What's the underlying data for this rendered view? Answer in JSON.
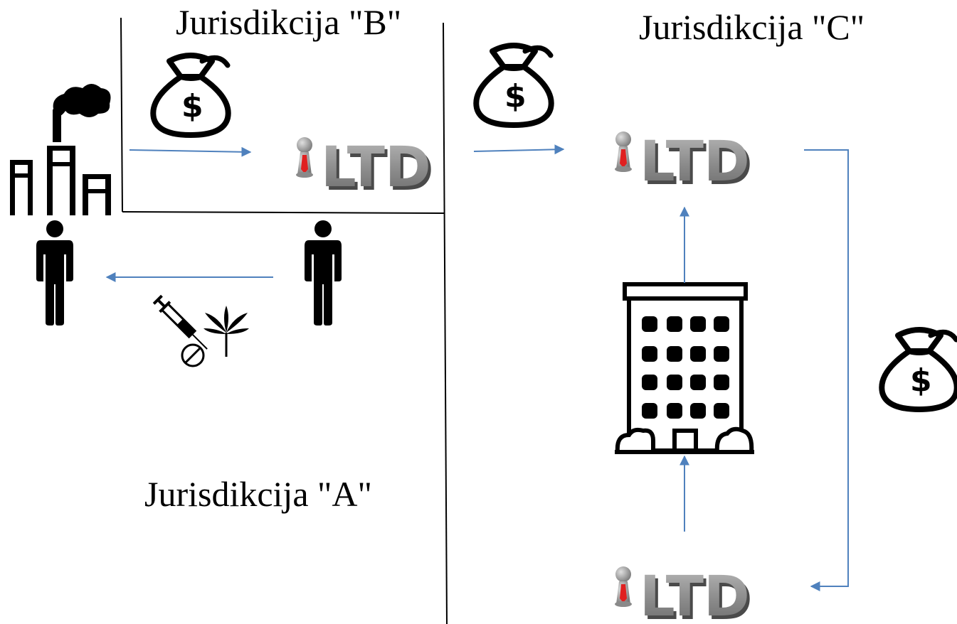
{
  "jurisdictions": {
    "a": "Jurisdikcija \"A\"",
    "b": "Jurisdikcija \"B\"",
    "c": "Jurisdikcija \"C\""
  },
  "company_label": "LTD",
  "money_symbol": "$",
  "colors": {
    "arrow": "#4f81bd",
    "divider": "#000000",
    "tie": "#e02020"
  },
  "icons": [
    "factory-icon",
    "person-icon",
    "money-bag-icon",
    "ltd-company-icon",
    "drugs-icon",
    "building-icon"
  ]
}
